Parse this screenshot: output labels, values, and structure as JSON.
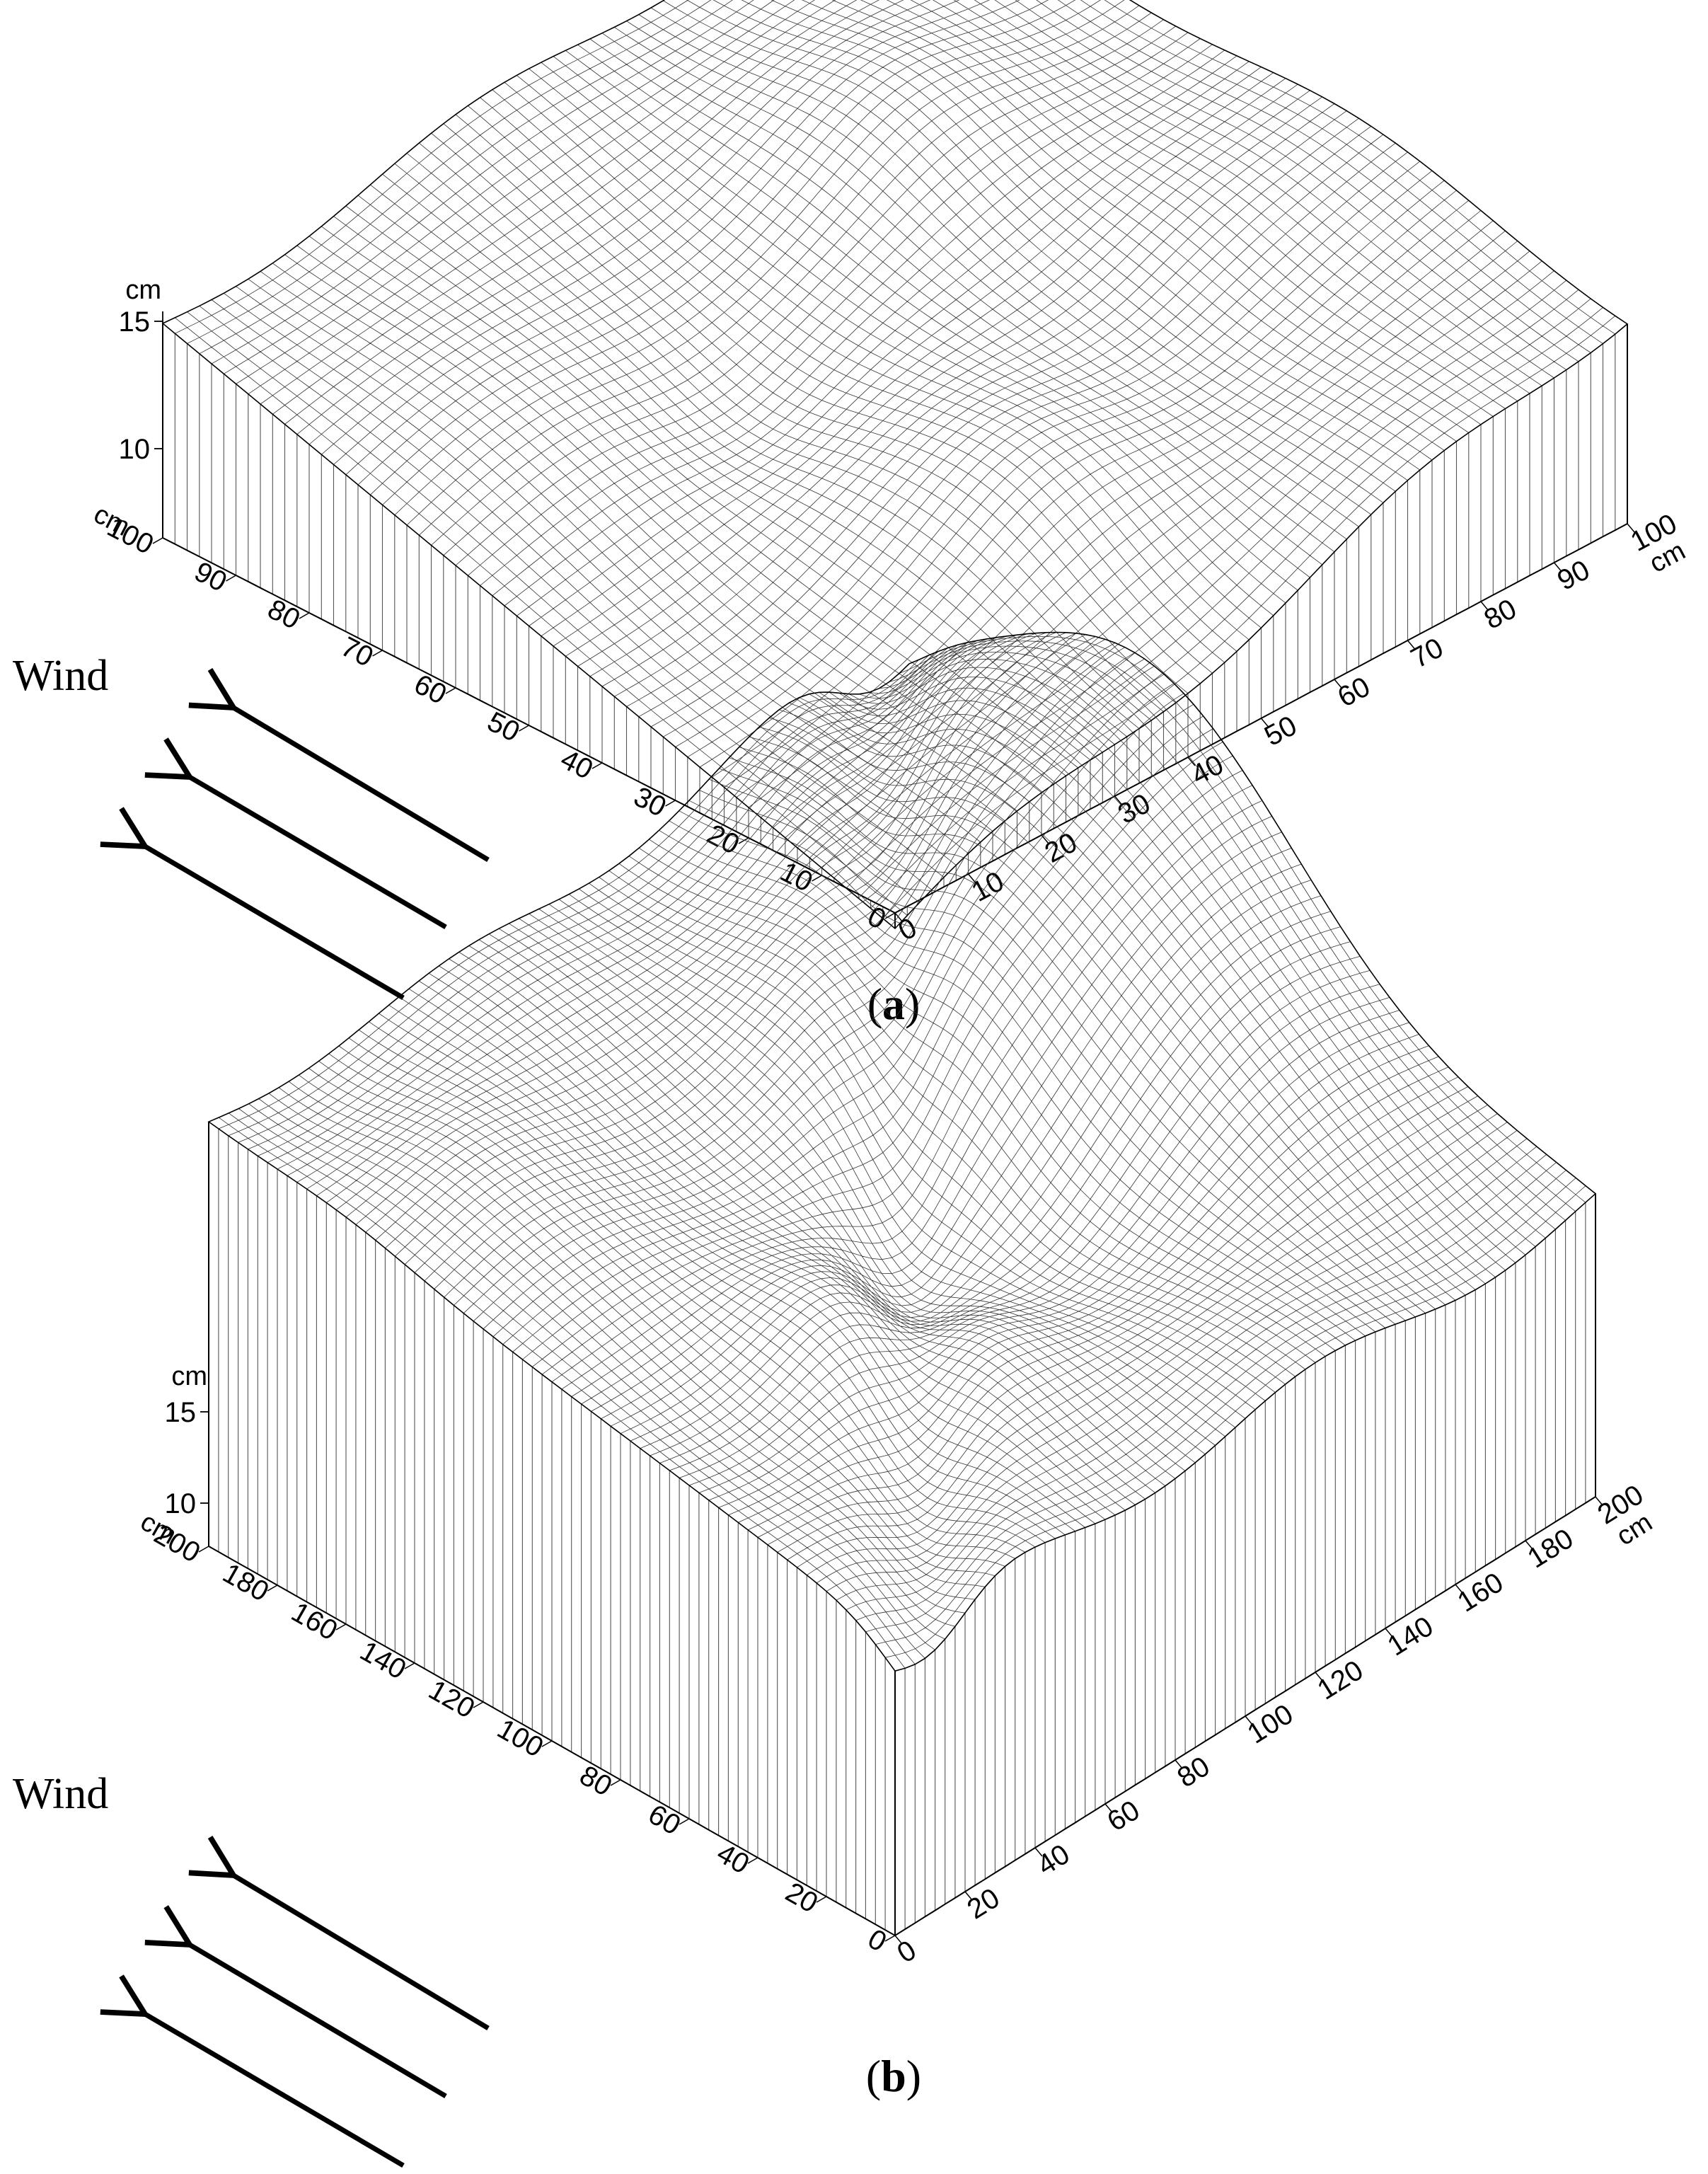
{
  "chart_data": [
    {
      "type": "surface-3d",
      "panel_label": "a",
      "title": "",
      "x_axis": {
        "unit": "cm",
        "range": [
          0,
          100
        ],
        "ticks": [
          0,
          10,
          20,
          30,
          40,
          50,
          60,
          70,
          80,
          90,
          100
        ]
      },
      "y_axis": {
        "unit": "cm",
        "range": [
          0,
          100
        ],
        "ticks": [
          0,
          10,
          20,
          30,
          40,
          50,
          60,
          70,
          80,
          90,
          100
        ]
      },
      "z_axis": {
        "unit": "cm",
        "ticks": [
          10,
          15
        ]
      },
      "annotation": "Wind",
      "arrows": 3
    },
    {
      "type": "surface-3d",
      "panel_label": "b",
      "title": "",
      "x_axis": {
        "unit": "cm",
        "range": [
          0,
          200
        ],
        "ticks": [
          0,
          20,
          40,
          60,
          80,
          100,
          120,
          140,
          160,
          180,
          200
        ]
      },
      "y_axis": {
        "unit": "cm",
        "range": [
          0,
          200
        ],
        "ticks": [
          0,
          20,
          40,
          60,
          80,
          100,
          120,
          140,
          160,
          180,
          200
        ]
      },
      "z_axis": {
        "unit": "cm",
        "ticks": [
          10,
          15
        ]
      },
      "annotation": "Wind",
      "arrows": 3
    }
  ]
}
